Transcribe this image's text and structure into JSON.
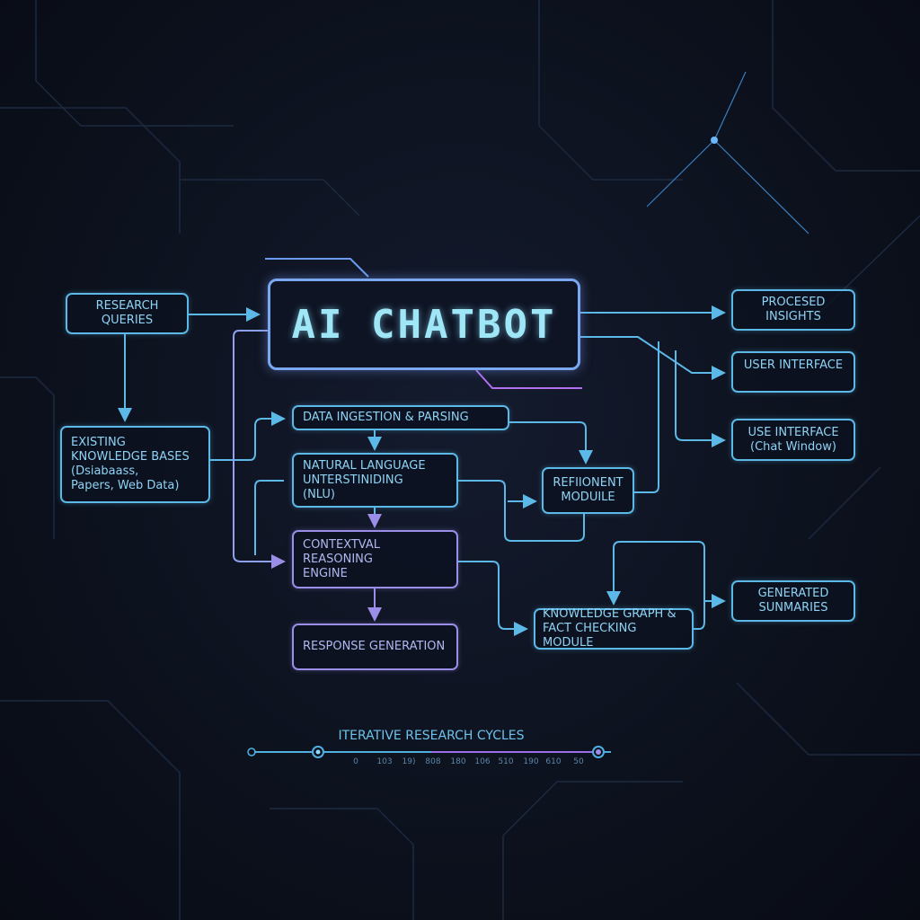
{
  "title": "AI CHATBOT",
  "inputs": {
    "research_queries": "RESEARCH\nQUERIES",
    "knowledge_bases": "EXISTING\nKNOWLEDGE BASES\n(Dsiabaass,\nPapers, Web Data)"
  },
  "pipeline": {
    "data_ingestion": "DATA INGESTION & PARSING",
    "nlu": "NATURAL LANGUAGE\nUNTERSTINIDING\n(NLU)",
    "contextual": "CONTEXTVAL REASONING\nENGINE",
    "response": "RESPONSE GENERATION",
    "refinement": "REFIIONENT\nMODUILE",
    "knowledge_graph": "KNOWLEDGE GRAPH &\nFACT CHECKING MODULE"
  },
  "outputs": {
    "processed_insights": "PROCESED\nINSIGHTS",
    "user_interface": "USER INTERFACE",
    "chat_window": "USE INTERFACE\n(Chat Window)",
    "generated_summaries": "GENERATED\nSUNMARIES"
  },
  "cycles": {
    "title": "ITERATIVE RESEARCH CYCLES",
    "ticks": [
      "0",
      "103",
      "19)",
      "808",
      "180",
      "106",
      "510",
      "190",
      "610",
      "50"
    ]
  },
  "colors": {
    "cyan": "#5cb8e6",
    "violet": "#9b8ee8",
    "background": "#0c111d"
  }
}
